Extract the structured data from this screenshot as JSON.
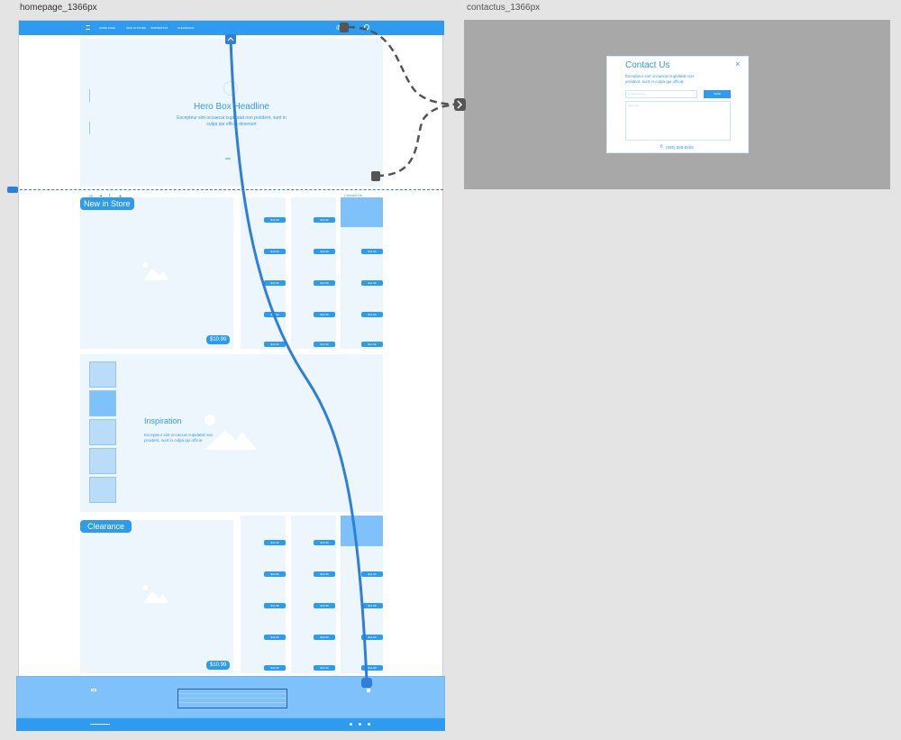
{
  "artboards": {
    "homepage": {
      "title": "homepage_1366px"
    },
    "contactus": {
      "title": "contactus_1366px"
    }
  },
  "nav": {
    "links": [
      "HOME PAGE",
      "NEW IN STORE",
      "INSPIRATION",
      "CLEARANCE"
    ]
  },
  "hero": {
    "headline": "Hero Box Headline",
    "body": "Excepteur sint occaecat cupidatat non proident, sunt in culpa qui officia deserunt",
    "contact_link": "Contact Us"
  },
  "new_in_store": {
    "tag": "New in Store",
    "feature_price": "$10.99",
    "prices": [
      [
        "$14.99",
        "$14.99",
        ""
      ],
      [
        "$14.99",
        "$14.99",
        "$14.99"
      ],
      [
        "$14.99",
        "$14.99",
        "$14.99"
      ],
      [
        "$14.99",
        "$14.99",
        "$14.99"
      ],
      [
        "$14.99",
        "$14.99",
        "$14.99"
      ]
    ]
  },
  "inspiration": {
    "title": "Inspiration",
    "body": "Excepteur sint occaecat cupidatat non proident, sunt in culpa qui officia"
  },
  "clearance": {
    "tag": "Clearance",
    "feature_price": "$10.99",
    "prices": [
      [
        "$14.99",
        "$14.99",
        ""
      ],
      [
        "$14.99",
        "$14.99",
        "$14.99"
      ],
      [
        "$14.99",
        "$14.99",
        "$14.99"
      ],
      [
        "$14.99",
        "$14.99",
        "$14.99"
      ],
      [
        "$14.99",
        "$14.99",
        "$14.99"
      ]
    ]
  },
  "contact_modal": {
    "title": "Contact Us",
    "body": "Excepteur sint occaecat cupidatat non proident, sunt in culpa qui officia",
    "email_placeholder": "Email Address",
    "send_label": "SEND",
    "message_placeholder": "Message",
    "phone": "(555) 555-5555"
  },
  "colors": {
    "accent": "#2d9bf0",
    "light_panel": "#eef6fd",
    "footer": "#7fc2fb",
    "prototype_wire": "#2d7fd9",
    "connector": "#555555"
  },
  "icons": [
    "menu-icon",
    "phone-icon",
    "user-icon",
    "instagram-icon",
    "twitter-icon",
    "facebook-icon",
    "pinterest-icon",
    "image-placeholder-icon",
    "close-icon",
    "arrow-right-icon"
  ]
}
